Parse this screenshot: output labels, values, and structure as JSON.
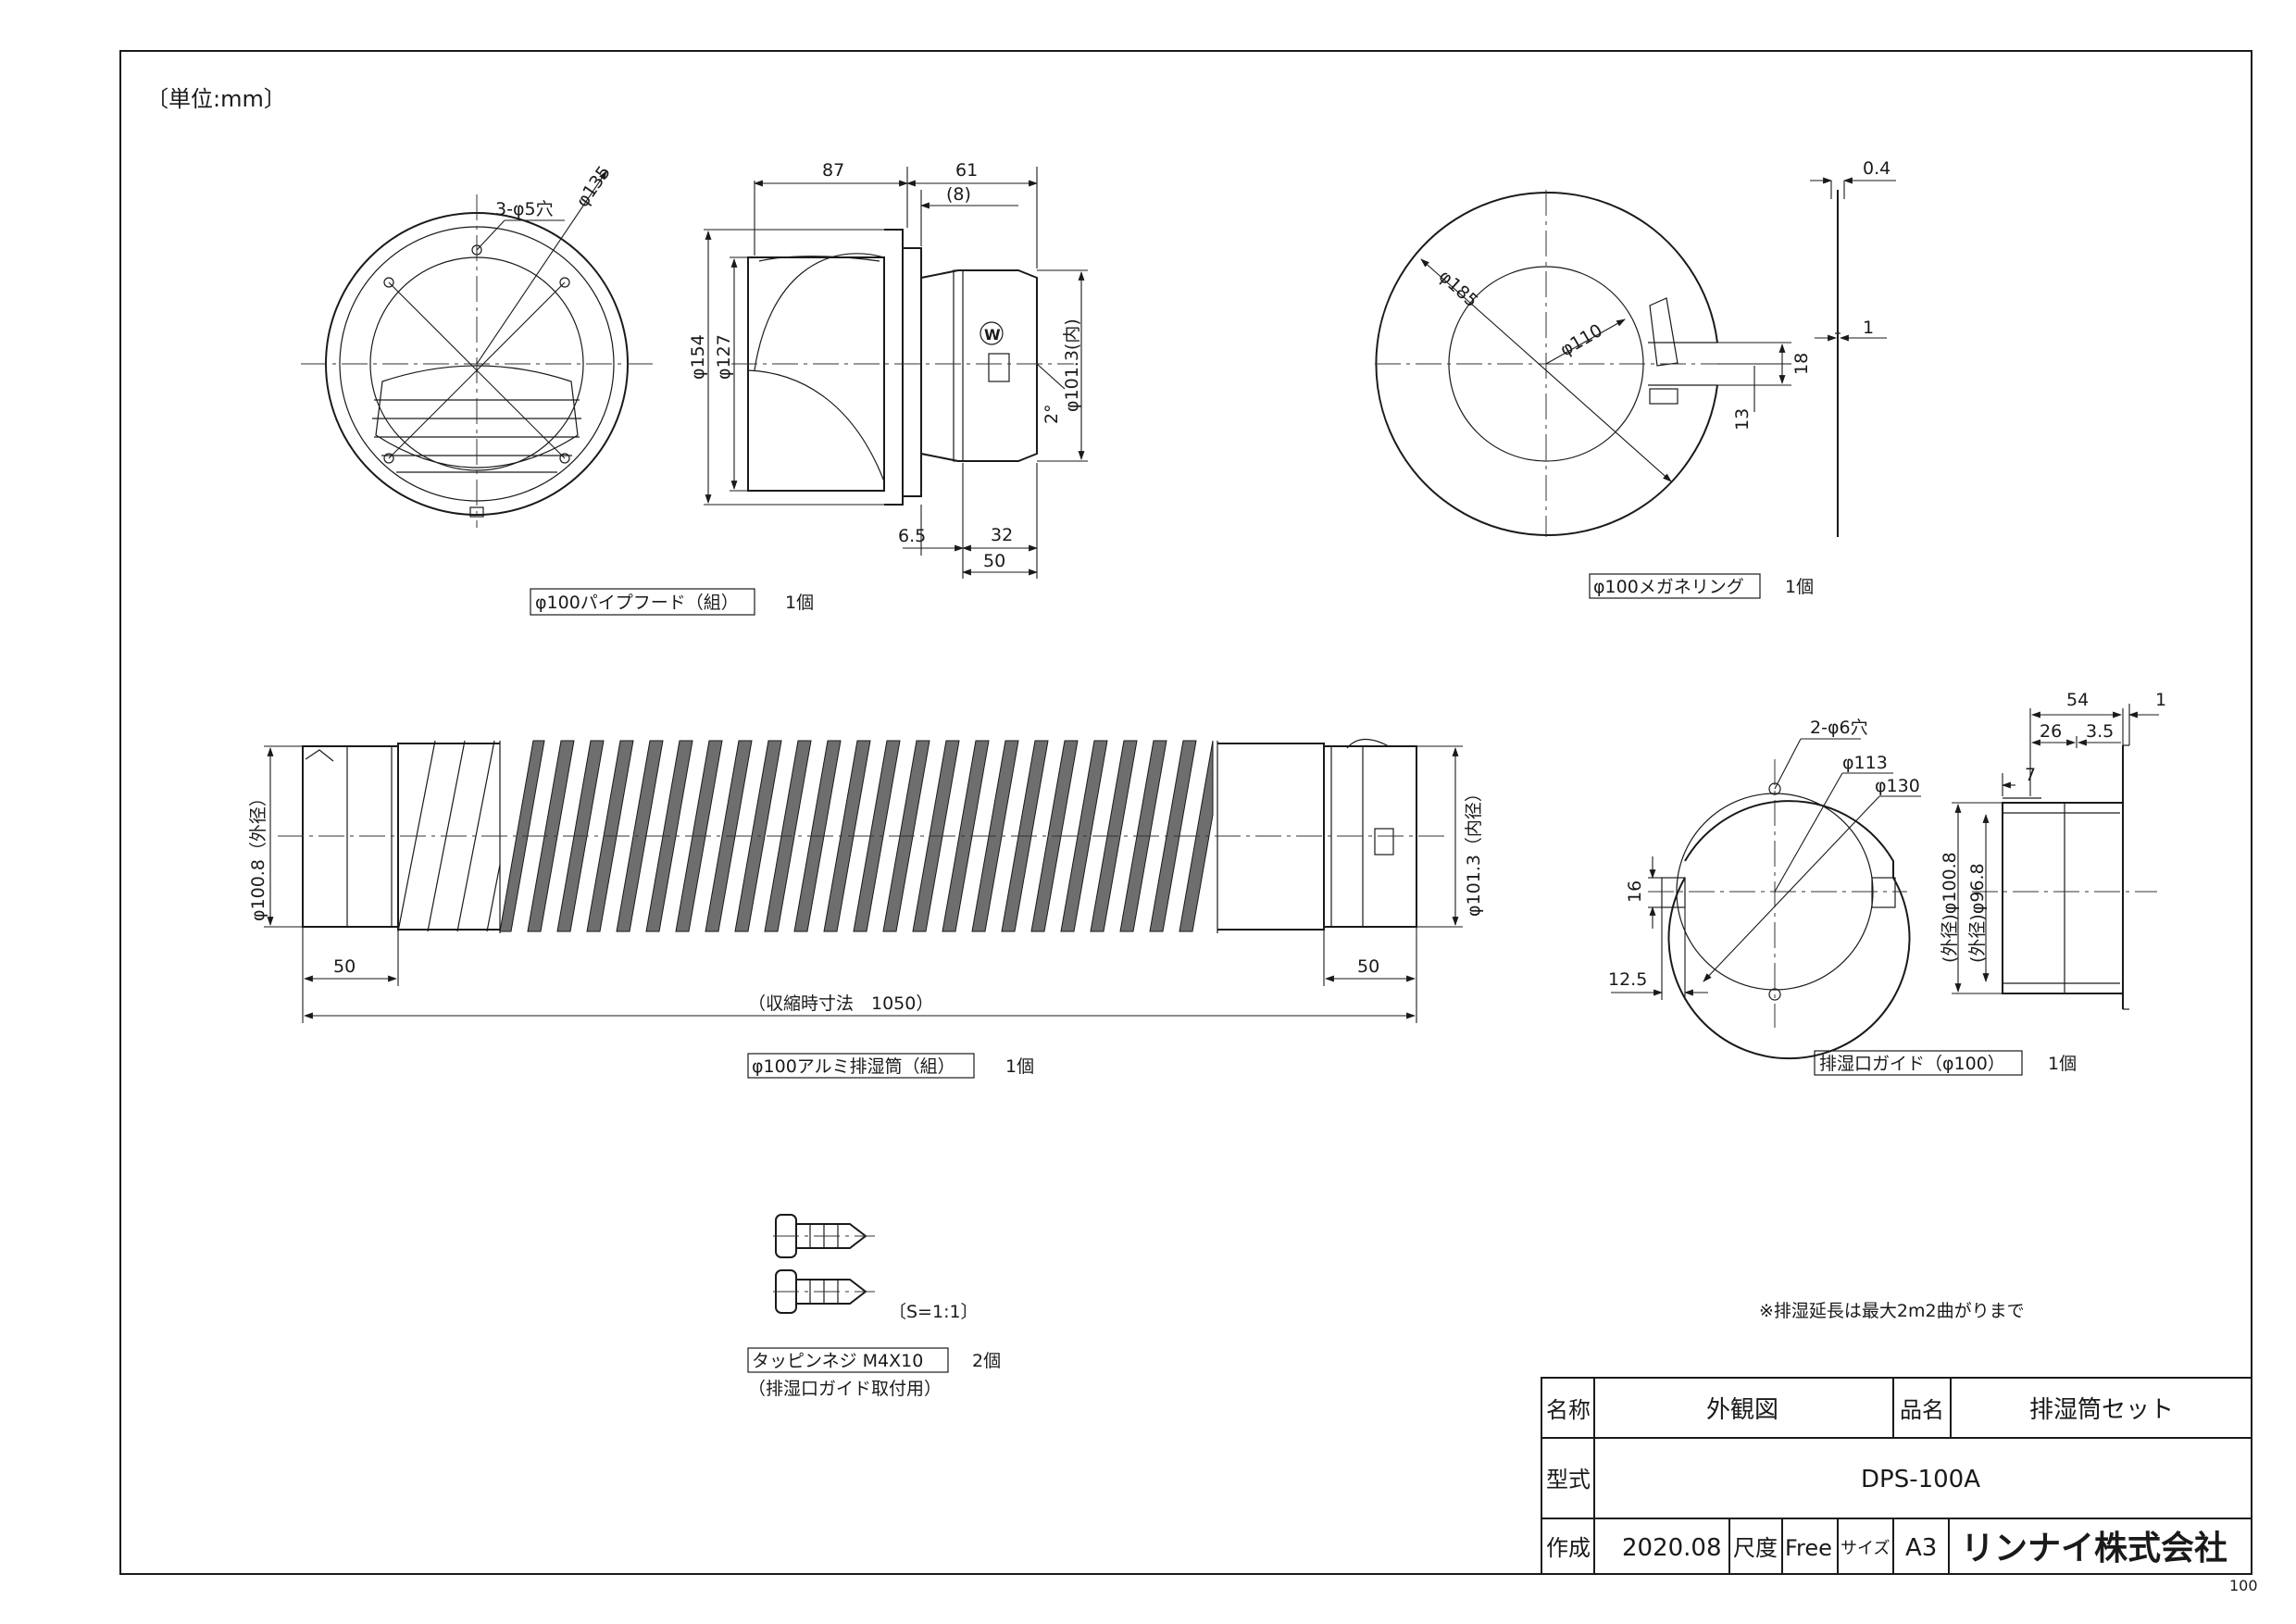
{
  "sheet": {
    "unit_note": "〔単位:mm〕",
    "page_number": "100"
  },
  "pipe_hood": {
    "caption": "φ100パイプフード（組）",
    "qty": "1個",
    "dims": {
      "holes": "3-φ5穴",
      "d135": "φ135",
      "d154": "φ154",
      "d127": "φ127",
      "d101_in": "φ101.3(内)",
      "w87": "87",
      "w61": "61",
      "w8": "(8)",
      "angle": "2°",
      "w6_5": "6.5",
      "w32": "32",
      "w50": "50"
    }
  },
  "megane_ring": {
    "caption": "φ100メガネリング",
    "qty": "1個",
    "dims": {
      "d185": "φ185",
      "d110": "φ110",
      "h18": "18",
      "h13": "13",
      "t0_4": "0.4",
      "t1": "1"
    }
  },
  "alu_duct": {
    "caption": "φ100アルミ排湿筒（組）",
    "qty": "1個",
    "dims": {
      "outer": "φ100.8（外径）",
      "inner": "φ101.3（内径）",
      "left50": "50",
      "right50": "50",
      "length": "（収縮時寸法　1050）"
    }
  },
  "outlet_guide": {
    "caption": "排湿口ガイド（φ100）",
    "qty": "1個",
    "dims": {
      "holes": "2-φ6穴",
      "d113": "φ113",
      "d130": "φ130",
      "h16": "16",
      "w12_5": "12.5",
      "w54": "54",
      "w1": "1",
      "w26": "26",
      "w3_5": "3.5",
      "w7": "7",
      "outer": "(外径)φ100.8",
      "inner": "(外径)φ96.8"
    }
  },
  "screw": {
    "scale": "〔S=1:1〕",
    "caption": "タッピンネジ M4X10",
    "qty": "2個",
    "usage": "（排湿口ガイド取付用）"
  },
  "note": "※排湿延長は最大2m2曲がりまで",
  "title_block": {
    "name_label": "名称",
    "name_value": "外観図",
    "product_label": "品名",
    "product_value": "排湿筒セット",
    "model_label": "型式",
    "model_value": "DPS-100A",
    "made_label": "作成",
    "made_value": "2020.08",
    "scale_label": "尺度",
    "scale_value": "Free",
    "size_label": "サイズ",
    "size_value": "A3",
    "company": "リンナイ株式会社"
  }
}
